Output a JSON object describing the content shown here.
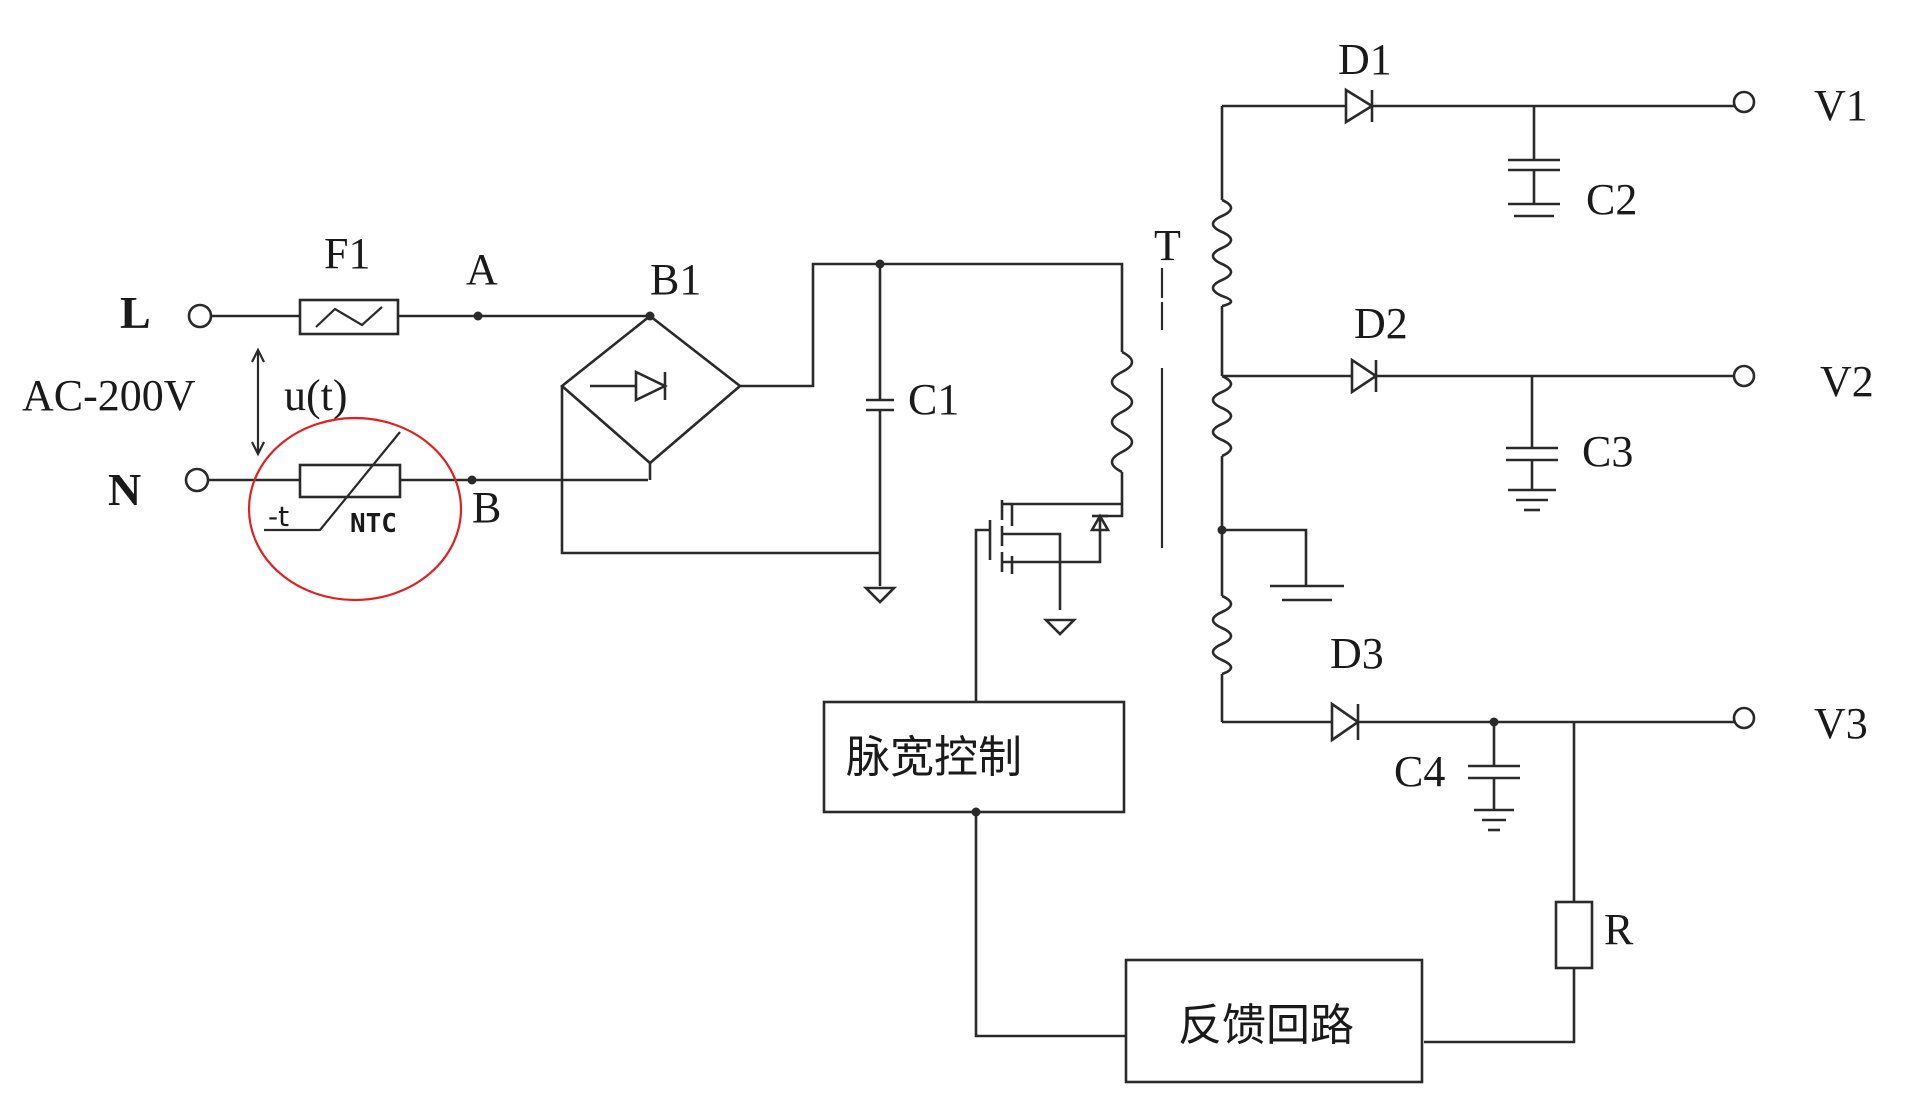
{
  "input": {
    "line_label": "L",
    "neutral_label": "N",
    "source_label": "AC-200V",
    "voltage_label": "u(t)"
  },
  "fuse": {
    "label": "F1"
  },
  "nodes": {
    "a": "A",
    "b": "B"
  },
  "ntc": {
    "temp_label": "-t",
    "type_label": "NTC"
  },
  "bridge": {
    "label": "B1"
  },
  "capacitors": {
    "c1": "C1",
    "c2": "C2",
    "c3": "C3",
    "c4": "C4"
  },
  "transformer": {
    "label": "T"
  },
  "diodes": {
    "d1": "D1",
    "d2": "D2",
    "d3": "D3"
  },
  "outputs": {
    "v1": "V1",
    "v2": "V2",
    "v3": "V3"
  },
  "resistor": {
    "label": "R"
  },
  "blocks": {
    "pwm": "脉宽控制",
    "feedback": "反馈回路"
  },
  "colors": {
    "line": "#2a2a2a",
    "highlight_circle": "#e02020"
  }
}
